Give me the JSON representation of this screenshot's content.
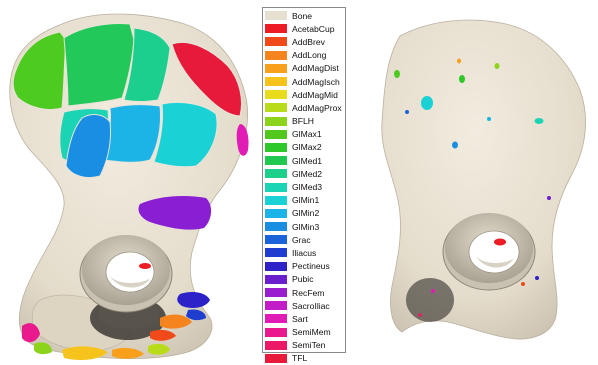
{
  "legend": {
    "items": [
      {
        "label": "Bone",
        "color": "#e7dfd0"
      },
      {
        "label": "AcetabCup",
        "color": "#ee1c24"
      },
      {
        "label": "AddBrev",
        "color": "#f04a1a"
      },
      {
        "label": "AddLong",
        "color": "#f6841e"
      },
      {
        "label": "AddMagDist",
        "color": "#f8a01c"
      },
      {
        "label": "AddMagIsch",
        "color": "#f6c21c"
      },
      {
        "label": "AddMagMid",
        "color": "#e8dc1c"
      },
      {
        "label": "AddMagProx",
        "color": "#b8dc1c"
      },
      {
        "label": "BFLH",
        "color": "#8cd41c"
      },
      {
        "label": "GlMax1",
        "color": "#52c81e"
      },
      {
        "label": "GlMax2",
        "color": "#2ec82a"
      },
      {
        "label": "GlMed1",
        "color": "#20c850"
      },
      {
        "label": "GlMed2",
        "color": "#1ccf8a"
      },
      {
        "label": "GlMed3",
        "color": "#1ad4b4"
      },
      {
        "label": "GlMin1",
        "color": "#1ad2d6"
      },
      {
        "label": "GlMin2",
        "color": "#1cb4e6"
      },
      {
        "label": "GlMin3",
        "color": "#1a8ee2"
      },
      {
        "label": "Grac",
        "color": "#1c62d8"
      },
      {
        "label": "Iliacus",
        "color": "#1f3ed0"
      },
      {
        "label": "Pectineus",
        "color": "#2c22c8"
      },
      {
        "label": "Pubic",
        "color": "#6a1ecc"
      },
      {
        "label": "RecFem",
        "color": "#9a1ed0"
      },
      {
        "label": "SacroIliac",
        "color": "#c21ec8"
      },
      {
        "label": "Sart",
        "color": "#e01cb4"
      },
      {
        "label": "SemiMem",
        "color": "#ea1a8e"
      },
      {
        "label": "SemiTen",
        "color": "#ec1a66"
      },
      {
        "label": "TFL",
        "color": "#e81a3c"
      }
    ]
  }
}
